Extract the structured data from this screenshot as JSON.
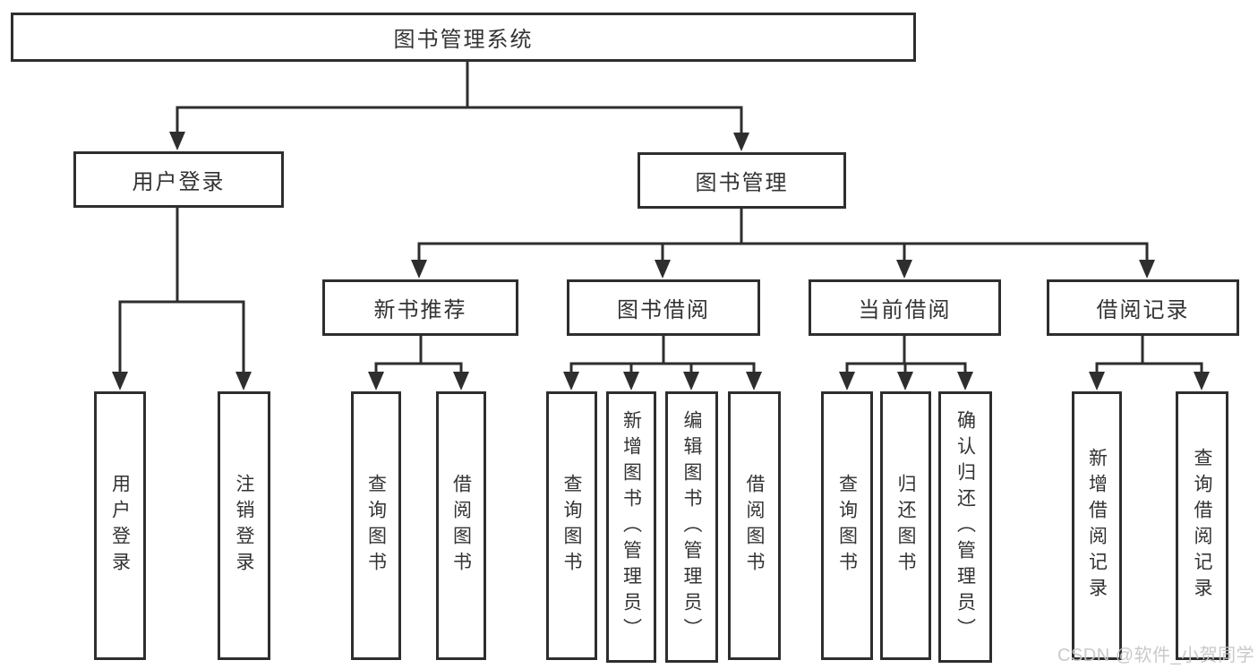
{
  "diagram_type": "tree",
  "colors": {
    "line": "#2e2e2e",
    "box_border": "#2e2e2e",
    "box_fill": "#ffffff",
    "text": "#333333",
    "watermark": "#c6c6c6",
    "background": "#ffffff"
  },
  "tree": {
    "root": {
      "label": "图书管理系统"
    },
    "branches": [
      {
        "label": "用户登录",
        "children": [
          {
            "label": "用户登录"
          },
          {
            "label": "注销登录"
          }
        ]
      },
      {
        "label": "图书管理",
        "children": [
          {
            "label": "新书推荐",
            "children": [
              {
                "label": "查询图书"
              },
              {
                "label": "借阅图书"
              }
            ]
          },
          {
            "label": "图书借阅",
            "children": [
              {
                "label": "查询图书"
              },
              {
                "label": "新增图书（管理员）"
              },
              {
                "label": "编辑图书（管理员）"
              },
              {
                "label": "借阅图书"
              }
            ]
          },
          {
            "label": "当前借阅",
            "children": [
              {
                "label": "查询图书"
              },
              {
                "label": "归还图书"
              },
              {
                "label": "确认归还（管理员）"
              }
            ]
          },
          {
            "label": "借阅记录",
            "children": [
              {
                "label": "新增借阅记录"
              },
              {
                "label": "查询借阅记录"
              }
            ]
          }
        ]
      }
    ]
  },
  "watermark": {
    "text": "CSDN @软件_小贺同学"
  }
}
